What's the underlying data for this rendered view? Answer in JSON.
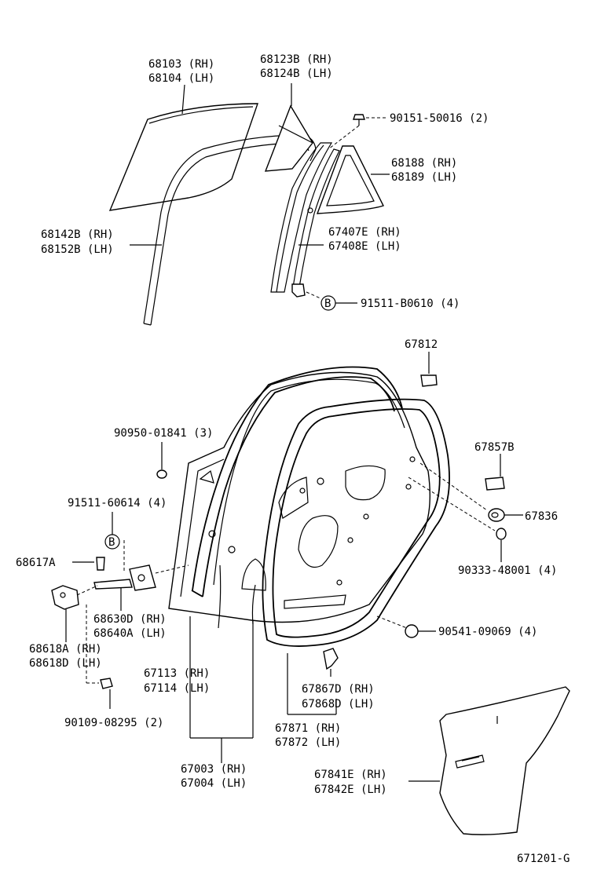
{
  "labels": {
    "l68103": "68103 (RH)",
    "l68104": "68104 (LH)",
    "l68123": "68123B (RH)",
    "l68124": "68124B (LH)",
    "l90151": "90151-50016 (2)",
    "l68188": "68188 (RH)",
    "l68189": "68189 (LH)",
    "l68142": "68142B (RH)",
    "l68152": "68152B (LH)",
    "l67407": "67407E (RH)",
    "l67408": "67408E (LH)",
    "l91511b": "91511-B0610 (4)",
    "l67812": "67812",
    "l90950": "90950-01841 (3)",
    "l67857": "67857B",
    "l91511": "91511-60614 (4)",
    "l67836": "67836",
    "l68617": "68617A",
    "l90333": "90333-48001 (4)",
    "l68630": "68630D (RH)",
    "l68640": "68640A (LH)",
    "l90541": "90541-09069 (4)",
    "l68618a": "68618A (RH)",
    "l68618d": "68618D (LH)",
    "l67113": "67113 (RH)",
    "l67114": "67114 (LH)",
    "l67867": "67867D (RH)",
    "l67868": "67868D (LH)",
    "l90109": "90109-08295 (2)",
    "l67871": "67871 (RH)",
    "l67872": "67872 (LH)",
    "l67003": "67003 (RH)",
    "l67004": "67004 (LH)",
    "l67841": "67841E (RH)",
    "l67842": "67842E (LH)",
    "code": "671201-G"
  },
  "callouts": {
    "b1": "B",
    "b2": "B"
  }
}
